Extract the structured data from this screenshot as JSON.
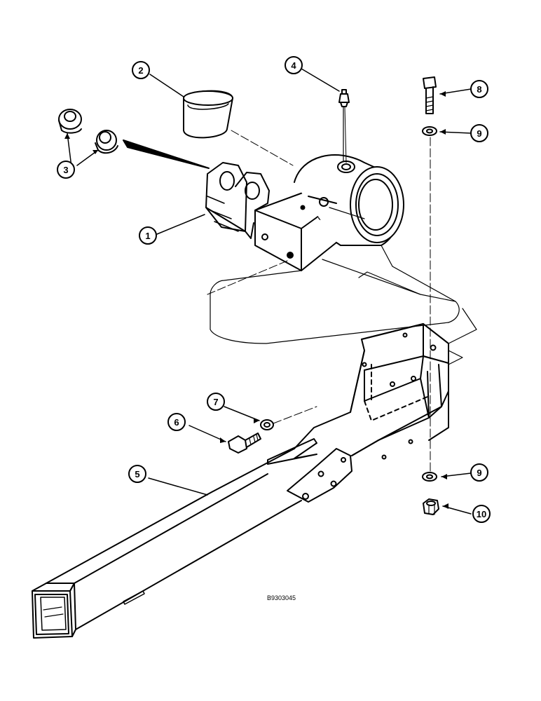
{
  "drawing_code": "B9303045",
  "callouts": [
    {
      "id": "c1",
      "label": "1"
    },
    {
      "id": "c2",
      "label": "2"
    },
    {
      "id": "c3",
      "label": "3"
    },
    {
      "id": "c4",
      "label": "4"
    },
    {
      "id": "c5",
      "label": "5"
    },
    {
      "id": "c6",
      "label": "6"
    },
    {
      "id": "c7",
      "label": "7"
    },
    {
      "id": "c8",
      "label": "8"
    },
    {
      "id": "c9a",
      "label": "9"
    },
    {
      "id": "c9b",
      "label": "9"
    },
    {
      "id": "c10",
      "label": "10"
    }
  ]
}
